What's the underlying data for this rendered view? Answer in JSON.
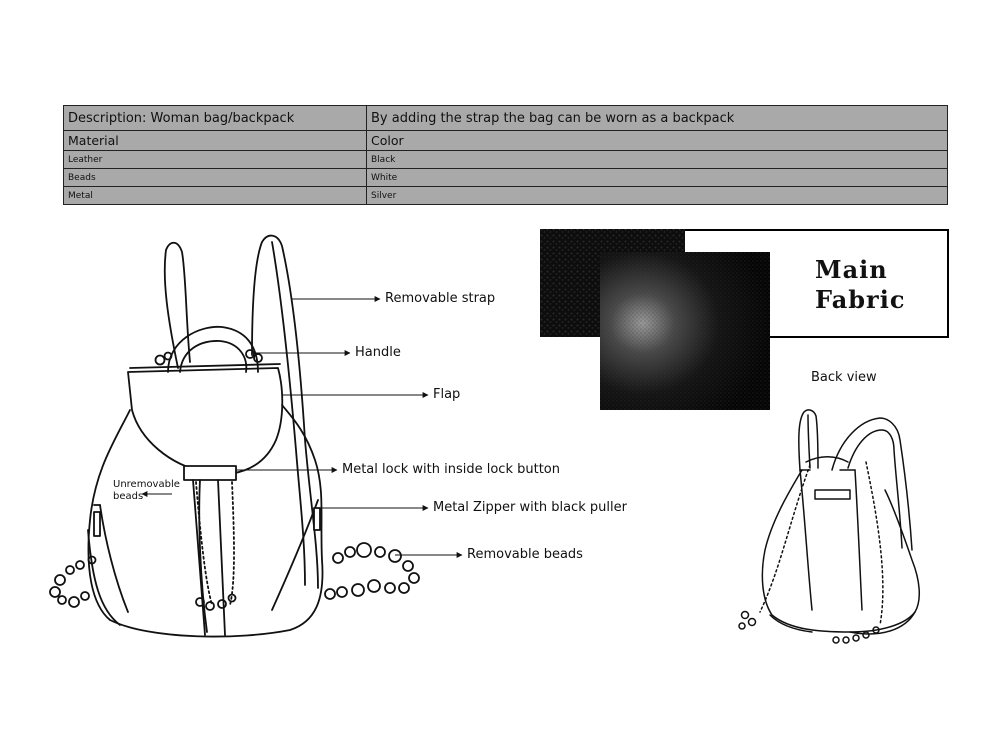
{
  "spec_table": {
    "description": "Description: Woman bag/backpack",
    "note": "By adding the strap the bag can be worn as a backpack",
    "material_header": "Material",
    "color_header": "Color",
    "rows": [
      {
        "material": "Leather",
        "color": "Black"
      },
      {
        "material": "Beads",
        "color": "White"
      },
      {
        "material": "Metal",
        "color": "Silver"
      }
    ]
  },
  "callouts": {
    "removable_strap": "Removable strap",
    "handle": "Handle",
    "flap": "Flap",
    "metal_lock": "Metal lock with inside lock button",
    "unremovable_beads_line1": "Unremovable",
    "unremovable_beads_line2": "beads",
    "metal_zipper": "Metal Zipper with black puller",
    "removable_beads": "Removable beads"
  },
  "fabric_panel": {
    "title_line1": "Main",
    "title_line2": "Fabric"
  },
  "back_view_label": "Back view",
  "colors": {
    "table_fill": "#a9a9a9",
    "leather_dark": "#0d0d0d",
    "line": "#111111"
  }
}
